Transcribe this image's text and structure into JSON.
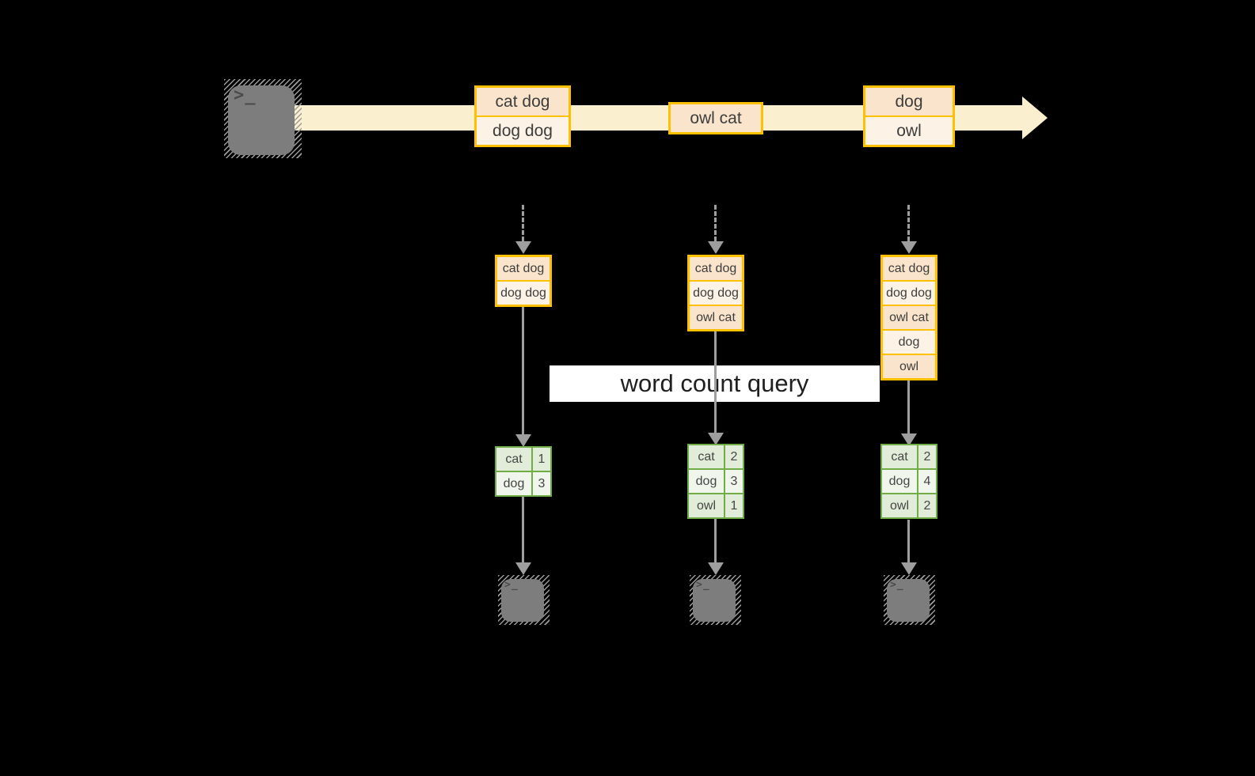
{
  "query_label": "word count query",
  "terminal_glyph": ">_",
  "colors": {
    "accent_orange": "#FFC000",
    "band": "#FAF0CF",
    "peach": "#FAE5CC",
    "cream": "#FCF3E6",
    "green_border": "#70AD47",
    "green_dark": "#E2EDD9",
    "green_light": "#F1F6EC",
    "arrow_gray": "#9E9E9E",
    "terminal_gray": "#7D7D7D"
  },
  "timeline": {
    "events": [
      {
        "lines": [
          "cat dog",
          "dog dog"
        ]
      },
      {
        "lines": [
          "owl cat"
        ]
      },
      {
        "lines": [
          "dog",
          "owl"
        ]
      }
    ]
  },
  "batches": [
    {
      "lines": [
        "cat dog",
        "dog dog"
      ]
    },
    {
      "lines": [
        "cat dog",
        "dog dog",
        "owl cat"
      ]
    },
    {
      "lines": [
        "cat dog",
        "dog dog",
        "owl cat",
        "dog",
        "owl"
      ]
    }
  ],
  "results": [
    {
      "rows": [
        {
          "word": "cat",
          "count": "1"
        },
        {
          "word": "dog",
          "count": "3"
        }
      ]
    },
    {
      "rows": [
        {
          "word": "cat",
          "count": "2"
        },
        {
          "word": "dog",
          "count": "3"
        },
        {
          "word": "owl",
          "count": "1"
        }
      ]
    },
    {
      "rows": [
        {
          "word": "cat",
          "count": "2"
        },
        {
          "word": "dog",
          "count": "4"
        },
        {
          "word": "owl",
          "count": "2"
        }
      ]
    }
  ]
}
